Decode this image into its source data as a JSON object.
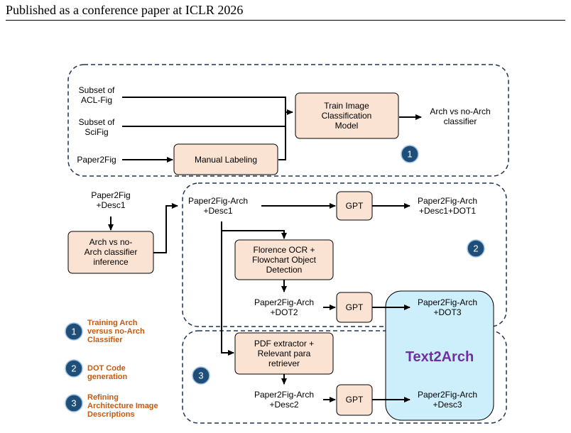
{
  "header": {
    "text": "Published as a conference paper at ICLR 2026"
  },
  "nodes": {
    "acl_fig": [
      "Subset of",
      "ACL-Fig"
    ],
    "scifig": [
      "Subset of",
      "SciFig"
    ],
    "paper2fig": [
      "Paper2Fig"
    ],
    "manual_labeling": [
      "Manual Labeling"
    ],
    "train_model": [
      "Train Image",
      "Classification",
      "Model"
    ],
    "classifier_out": [
      "Arch vs no-Arch",
      "classifier"
    ],
    "p2f_desc1": [
      "Paper2Fig",
      "+Desc1"
    ],
    "inference": [
      "Arch vs no-",
      "Arch classifier",
      "inference"
    ],
    "p2fa_desc1": [
      "Paper2Fig-Arch",
      "+Desc1"
    ],
    "gpt1": [
      "GPT"
    ],
    "out_dot1": [
      "Paper2Fig-Arch",
      "+Desc1+DOT1"
    ],
    "florence": [
      "Florence OCR +",
      "Flowchart Object",
      "Detection"
    ],
    "p2fa_dot2": [
      "Paper2Fig-Arch",
      "+DOT2"
    ],
    "gpt2": [
      "GPT"
    ],
    "out_dot3": [
      "Paper2Fig-Arch",
      "+DOT3"
    ],
    "pdf_extractor": [
      "PDF extractor +",
      "Relevant para",
      "retriever"
    ],
    "p2fa_desc2": [
      "Paper2Fig-Arch",
      "+Desc2"
    ],
    "gpt3": [
      "GPT"
    ],
    "out_desc3": [
      "Paper2Fig-Arch",
      "+Desc3"
    ],
    "text2arch": [
      "Text2Arch"
    ]
  },
  "badges": {
    "b1": "1",
    "b2": "2",
    "b3": "3"
  },
  "legend": [
    {
      "num": "1",
      "lines": [
        "Training Arch",
        "versus no-Arch",
        "Classifier"
      ]
    },
    {
      "num": "2",
      "lines": [
        "DOT Code",
        "generation"
      ]
    },
    {
      "num": "3",
      "lines": [
        "Refining",
        "Architecture Image",
        "Descriptions"
      ]
    }
  ],
  "colors": {
    "node_fill": "#fbe3d4",
    "text2arch_fill": "#cdeefb",
    "text2arch_title": "#7030a0",
    "legend_text": "#c55a11",
    "badge_fill": "#1f4e79",
    "region_border": "#1f3354"
  }
}
